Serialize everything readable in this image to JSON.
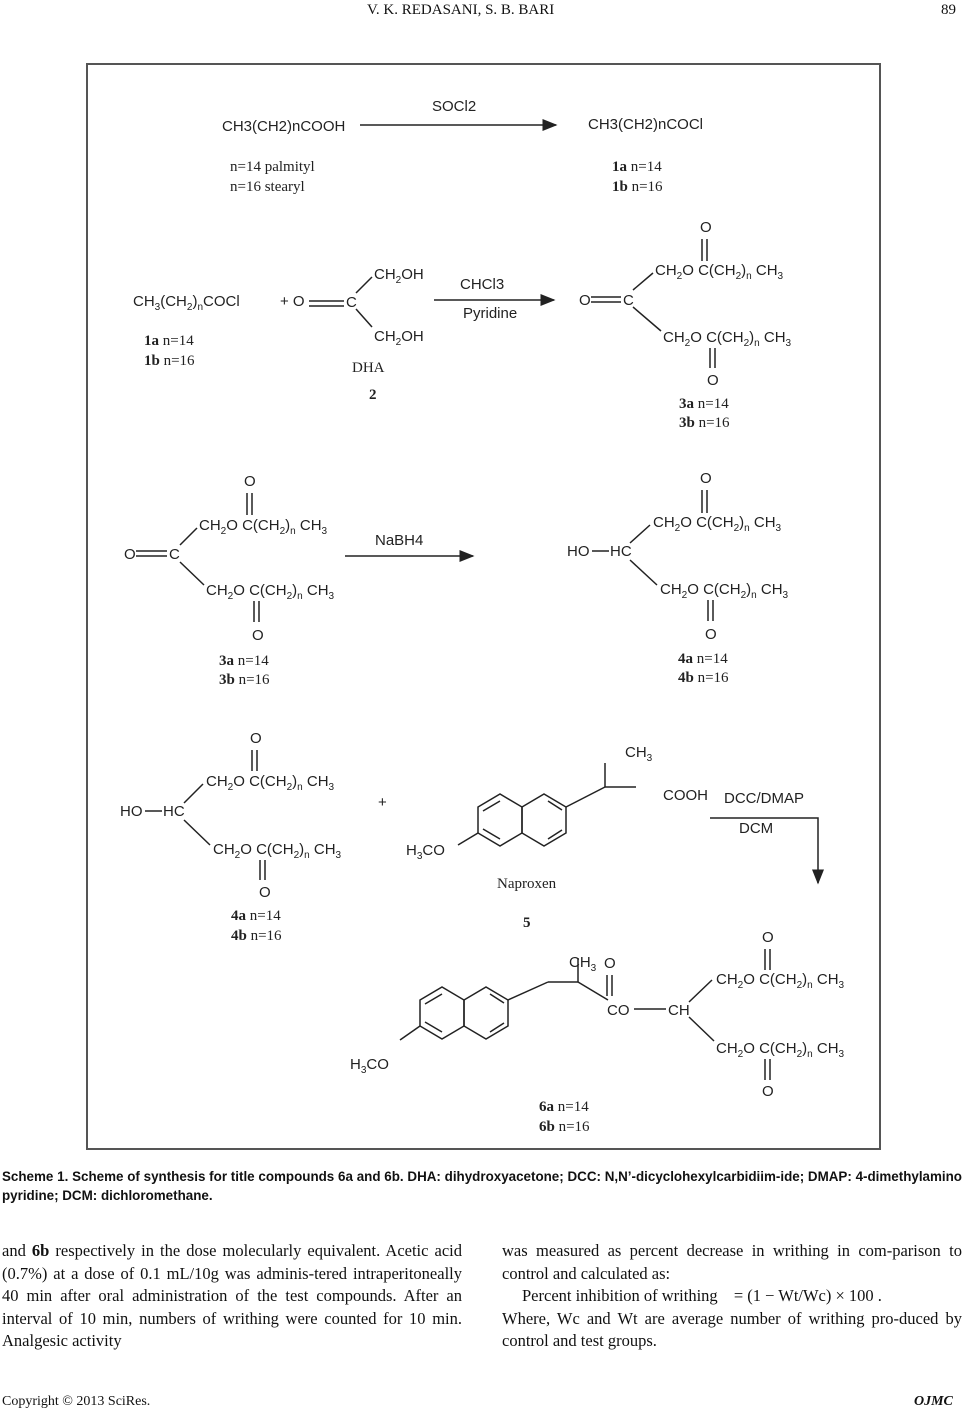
{
  "header": {
    "running_title": "V. K. REDASANI, S. B. BARI",
    "page_number": "89"
  },
  "scheme": {
    "row1": {
      "reactant_formula": "CH3(CH2)nCOOH",
      "reagent": "SOCl2",
      "product_formula": "CH3(CH2)nCOCl",
      "reactant_note_1": "n=14 palmityl",
      "reactant_note_2": "n=16 stearyl",
      "product_label_1_id": "1a",
      "product_label_1_val": " n=14",
      "product_label_2_id": "1b",
      "product_label_2_val": " n=16"
    },
    "row2": {
      "reagent_1": "CHCl3",
      "reagent_2": "Pyridine",
      "dha_label": "DHA",
      "dha_number": "2",
      "label_a_id": "3a",
      "label_a_val": " n=14",
      "label_b_id": "3b",
      "label_b_val": " n=16"
    },
    "row3": {
      "reagent": "NaBH4",
      "label_3a_id": "3a",
      "label_3a_val": " n=14",
      "label_3b_id": "3b",
      "label_3b_val": " n=16",
      "label_4a_id": "4a",
      "label_4a_val": " n=14",
      "label_4b_id": "4b",
      "label_4b_val": " n=16"
    },
    "row4": {
      "reagent_1": "DCC/DMAP",
      "reagent_2": "DCM",
      "naproxen_label": "Naproxen",
      "naproxen_number": "5",
      "label_4a_id": "4a",
      "label_4a_val": " n=14",
      "label_4b_id": "4b",
      "label_4b_val": " n=16"
    },
    "row5": {
      "label_6a_id": "6a",
      "label_6a_val": " n=14",
      "label_6b_id": "6b",
      "label_6b_val": " n=16"
    }
  },
  "caption": "Scheme 1. Scheme of synthesis for title compounds 6a and 6b. DHA: dihydroxyacetone; DCC: N,N’-dicyclohexylcarbidiim-ide; DMAP: 4-dimethylamino pyridine; DCM: dichloromethane.",
  "left_column": {
    "lead_bold": "6b",
    "lead_pre": "and ",
    "text": " respectively in the dose molecularly equivalent. Acetic acid (0.7%) at a dose of 0.1 mL/10g was adminis-tered intraperitoneally 40 min after oral administration of the test compounds. After an interval of 10 min, numbers of writhing were counted for 10 min. Analgesic activity"
  },
  "right_column": {
    "para1": "was measured as percent decrease in writhing in com-parison to control and calculated as:",
    "formula_lead": "Percent inhibition of writhing",
    "formula": "= (1 − Wt/Wc) × 100 .",
    "para3": "Where, Wc and Wt are average number of writhing pro-duced by control and test groups."
  },
  "footer": {
    "copyright": "Copyright © 2013 SciRes.",
    "journal": "OJMC"
  }
}
